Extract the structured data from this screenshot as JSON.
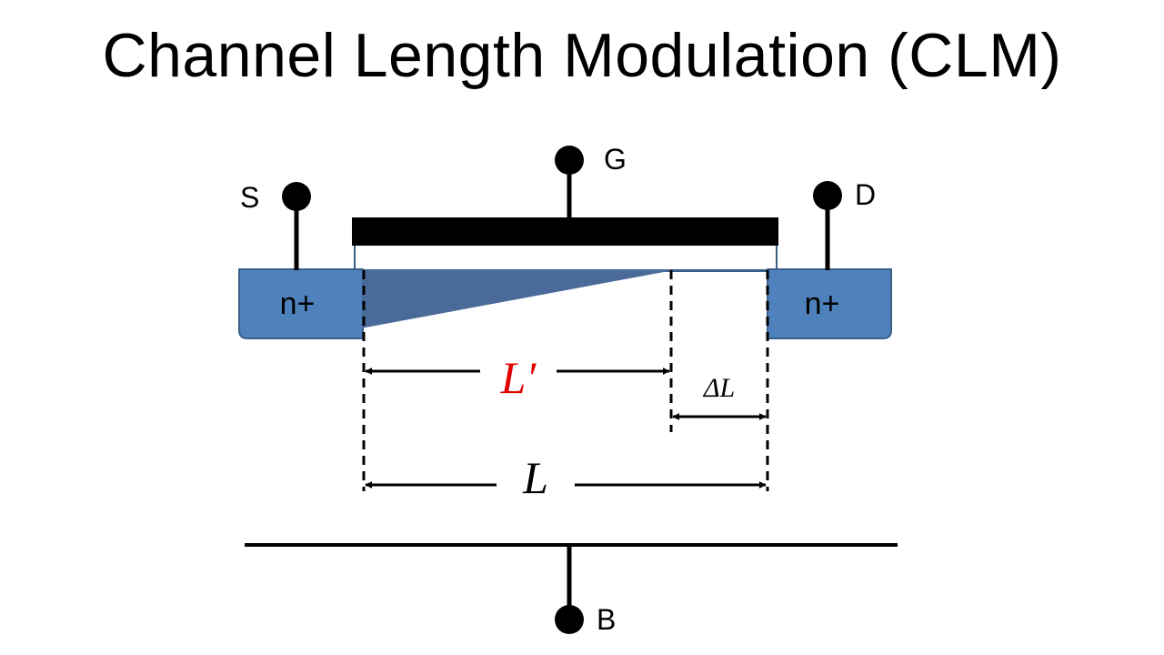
{
  "title": "Channel Length Modulation (CLM)",
  "terminals": {
    "source": "S",
    "gate": "G",
    "drain": "D",
    "body": "B"
  },
  "regions": {
    "source_doping": "n+",
    "drain_doping": "n+"
  },
  "dimensions": {
    "effective_length": "L′",
    "delta_length": "ΔL",
    "channel_length": "L"
  },
  "colors": {
    "diffusion_fill": "#4f81bd",
    "diffusion_stroke": "#3a5f8a",
    "channel_fill": "#4a6b9a",
    "effective_length_color": "#e00000",
    "line_color": "#000000"
  }
}
